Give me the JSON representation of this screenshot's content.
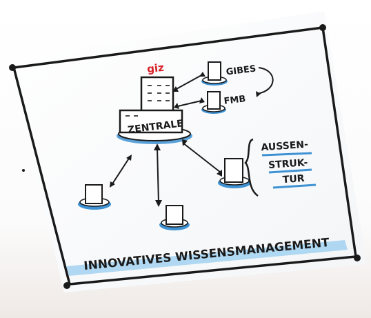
{
  "sketch": {
    "logo": "giz",
    "central_label": "ZENTRALE",
    "right_top_labels": [
      "GIBES",
      "FMB"
    ],
    "outer_bracket_lines": [
      "AUSSEN-",
      "STRUK-",
      "TUR"
    ],
    "bottom_banner": "INNOVATIVES WISSENSMANAGEMENT"
  },
  "colors": {
    "ink": "#1a1a1a",
    "paper": "#e9f1fa",
    "blue": "#3e92d3",
    "light_blue": "#9ed0f0",
    "red": "#d81f26"
  }
}
